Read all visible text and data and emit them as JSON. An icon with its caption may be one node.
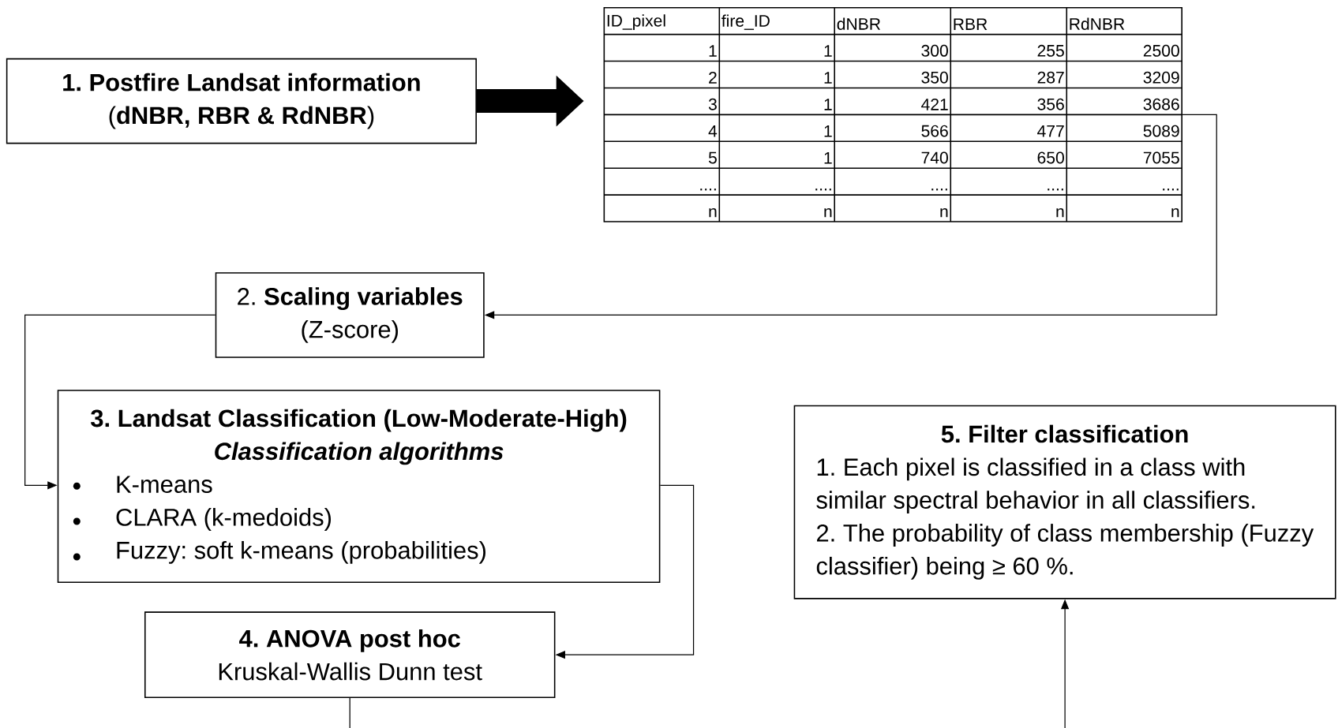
{
  "diagram": {
    "nodes": [
      {
        "text": [
          "1.    Postfire Landsat information",
          "(**dNBR, RBR & RdNBR**)"
        ]
      },
      {
        "text": [],
        "shape": "table"
      },
      {
        "text": [
          "2. **Scaling variables**",
          "(Z-score)"
        ]
      },
      {
        "text": [
          "3. Landsat Classification (Low-Moderate-High)",
          "Classification algorithms",
          "K-means",
          "CLARA (k-medoids)",
          "Fuzzy: soft k-means (probabilities)"
        ]
      },
      {
        "text": [
          "4. ANOVA post hoc",
          "Kruskal-Wallis Dunn test"
        ]
      },
      {
        "text": [
          "5. Filter classification",
          "1. Each pixel is classified in a class with similar spectral behavior in all classifiers.",
          "2. The probability of class membership (Fuzzy classifier) being ≥ 60 %."
        ]
      }
    ],
    "edges": [
      {
        "from": 0,
        "to": 1,
        "arrow": "to",
        "style": "thick"
      },
      {
        "from": 1,
        "to": 2,
        "arrow": "to"
      },
      {
        "from": 2,
        "to": 3,
        "arrow": "to"
      },
      {
        "from": 3,
        "to": 4,
        "arrow": "to"
      },
      {
        "from": 4,
        "to": null,
        "arrow": "none"
      },
      {
        "from": null,
        "to": 5,
        "arrow": "to"
      }
    ],
    "labels": [
      "ID_pixel",
      "fire_ID",
      "dNBR",
      "RBR",
      "RdNBR",
      "1",
      "1",
      "300",
      "255",
      "2500",
      "2",
      "1",
      "350",
      "287",
      "3209",
      "3",
      "1",
      "421",
      "356",
      "3686",
      "4",
      "1",
      "566",
      "477",
      "5089",
      "5",
      "1",
      "740",
      "650",
      "7055",
      "....",
      "....",
      "....",
      "....",
      "....",
      "n",
      "n",
      "n",
      "n",
      "n"
    ]
  }
}
